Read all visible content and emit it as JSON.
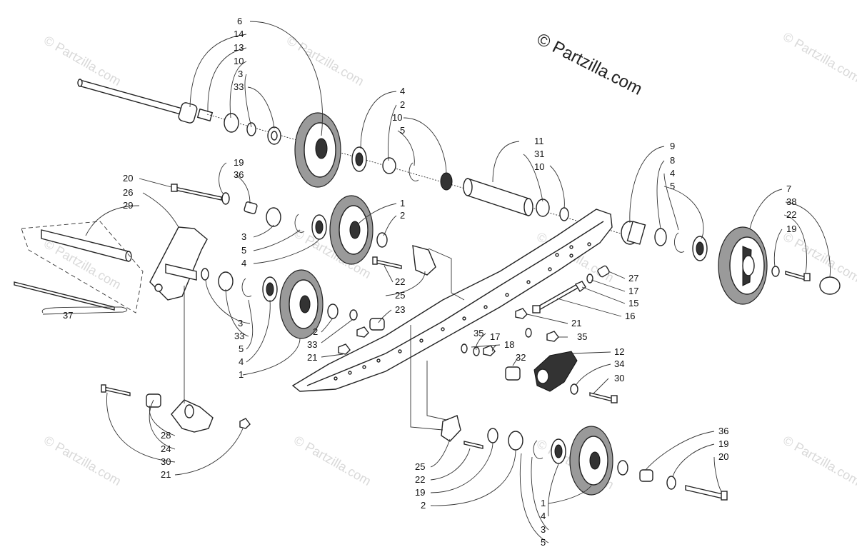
{
  "copyright": "© Partzilla.com",
  "watermark": "© Partzilla.com",
  "callouts": [
    "6",
    "14",
    "13",
    "10",
    "3",
    "33",
    "4",
    "2",
    "10",
    "5",
    "11",
    "31",
    "10",
    "9",
    "8",
    "4",
    "5",
    "7",
    "38",
    "22",
    "19",
    "20",
    "19",
    "36",
    "26",
    "29",
    "1",
    "2",
    "3",
    "5",
    "4",
    "22",
    "25",
    "27",
    "17",
    "15",
    "16",
    "23",
    "21",
    "35",
    "35",
    "17",
    "18",
    "12",
    "3",
    "33",
    "5",
    "4",
    "1",
    "2",
    "33",
    "21",
    "32",
    "34",
    "30",
    "37",
    "28",
    "24",
    "30",
    "21",
    "25",
    "22",
    "19",
    "2",
    "36",
    "19",
    "20",
    "1",
    "4",
    "3",
    "5"
  ]
}
